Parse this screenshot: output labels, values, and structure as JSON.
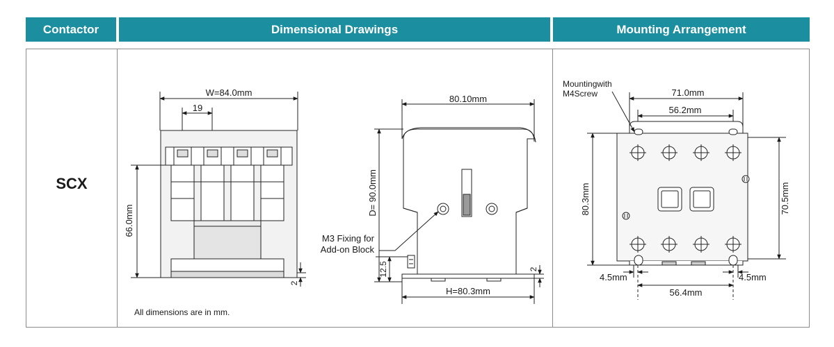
{
  "headers": {
    "contactor": "Contactor",
    "dimensional_drawings": "Dimensional Drawings",
    "mounting_arrangement": "Mounting Arrangement"
  },
  "model": "SCX",
  "front_view": {
    "width_label": "W=84.0mm",
    "pitch_label": "19",
    "height_label": "66.0mm",
    "offset_label": "2"
  },
  "side_view": {
    "top_label": "80.10mm",
    "depth_label": "D= 90.0mm",
    "fixing_label_line1": "M3 Fixing for",
    "fixing_label_line2": "Add-on Block",
    "rail_label": "12.5",
    "offset_label": "2",
    "base_label": "H=80.3mm"
  },
  "mounting": {
    "screw_label_line1": "Mountingwith",
    "screw_label_line2": "M4Screw",
    "outer_width_label": "71.0mm",
    "inner_width_label": "56.2mm",
    "left_height_label": "80.3mm",
    "right_height_label": "70.5mm",
    "left_margin_label": "4.5mm",
    "right_margin_label": "4.5mm",
    "bottom_width_label": "56.4mm"
  },
  "footnote": "All dimensions are in mm."
}
